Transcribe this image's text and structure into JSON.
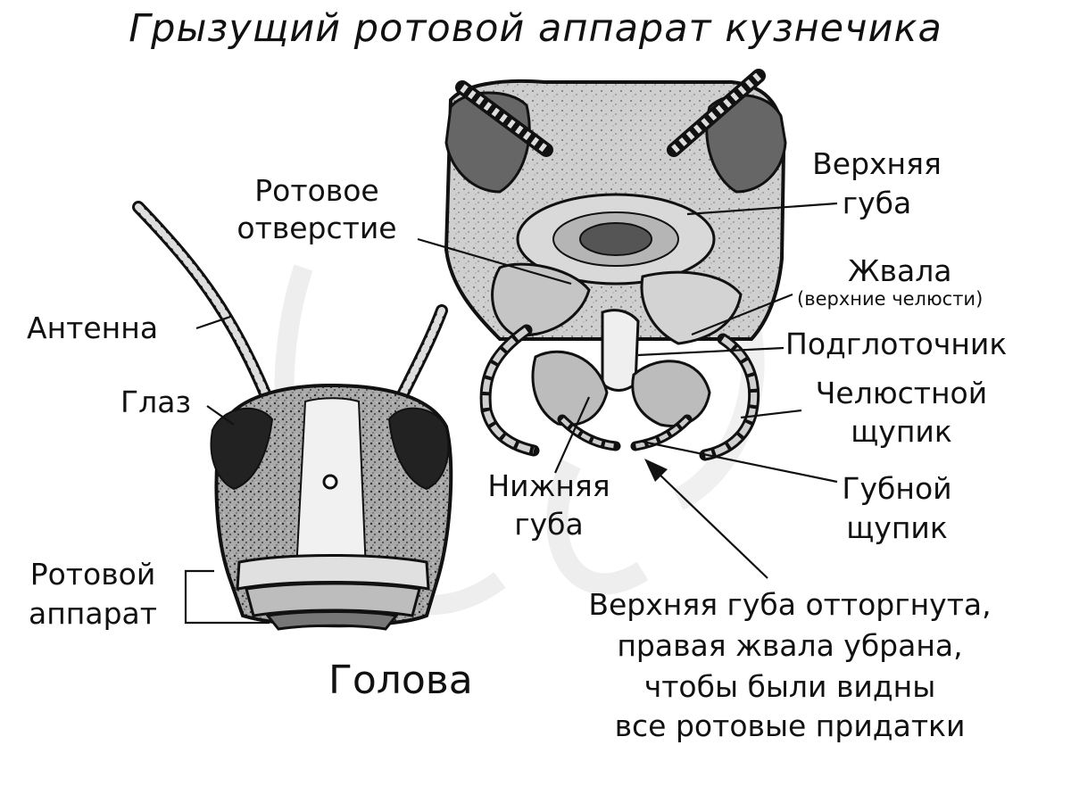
{
  "title": "Грызущий ротовой аппарат кузнечика",
  "labels": {
    "antenna": "Антенна",
    "eye": "Глаз",
    "mouthparts_line1": "Ротовой",
    "mouthparts_line2": "аппарат",
    "head": "Голова",
    "mouth_opening_line1": "Ротовое",
    "mouth_opening_line2": "отверстие",
    "labrum_line1": "Верхняя",
    "labrum_line2": "губа",
    "mandibles": "Жвала",
    "mandibles_note": "(верхние челюсти)",
    "hypopharynx": "Подглоточник",
    "maxillary_palp_line1": "Челюстной",
    "maxillary_palp_line2": "щупик",
    "labium_line1": "Нижняя",
    "labium_line2": "губа",
    "labial_palp_line1": "Губной",
    "labial_palp_line2": "щупик"
  },
  "caption": {
    "line1": "Верхняя губа отторгнута,",
    "line2": "правая жвала убрана,",
    "line3": "чтобы были видны",
    "line4": "все ротовые придатки"
  },
  "colors": {
    "ink": "#111111",
    "dark_gray": "#555555",
    "mid_gray": "#8a8a8a",
    "light_gray": "#c9c9c9",
    "paper": "#ffffff"
  }
}
